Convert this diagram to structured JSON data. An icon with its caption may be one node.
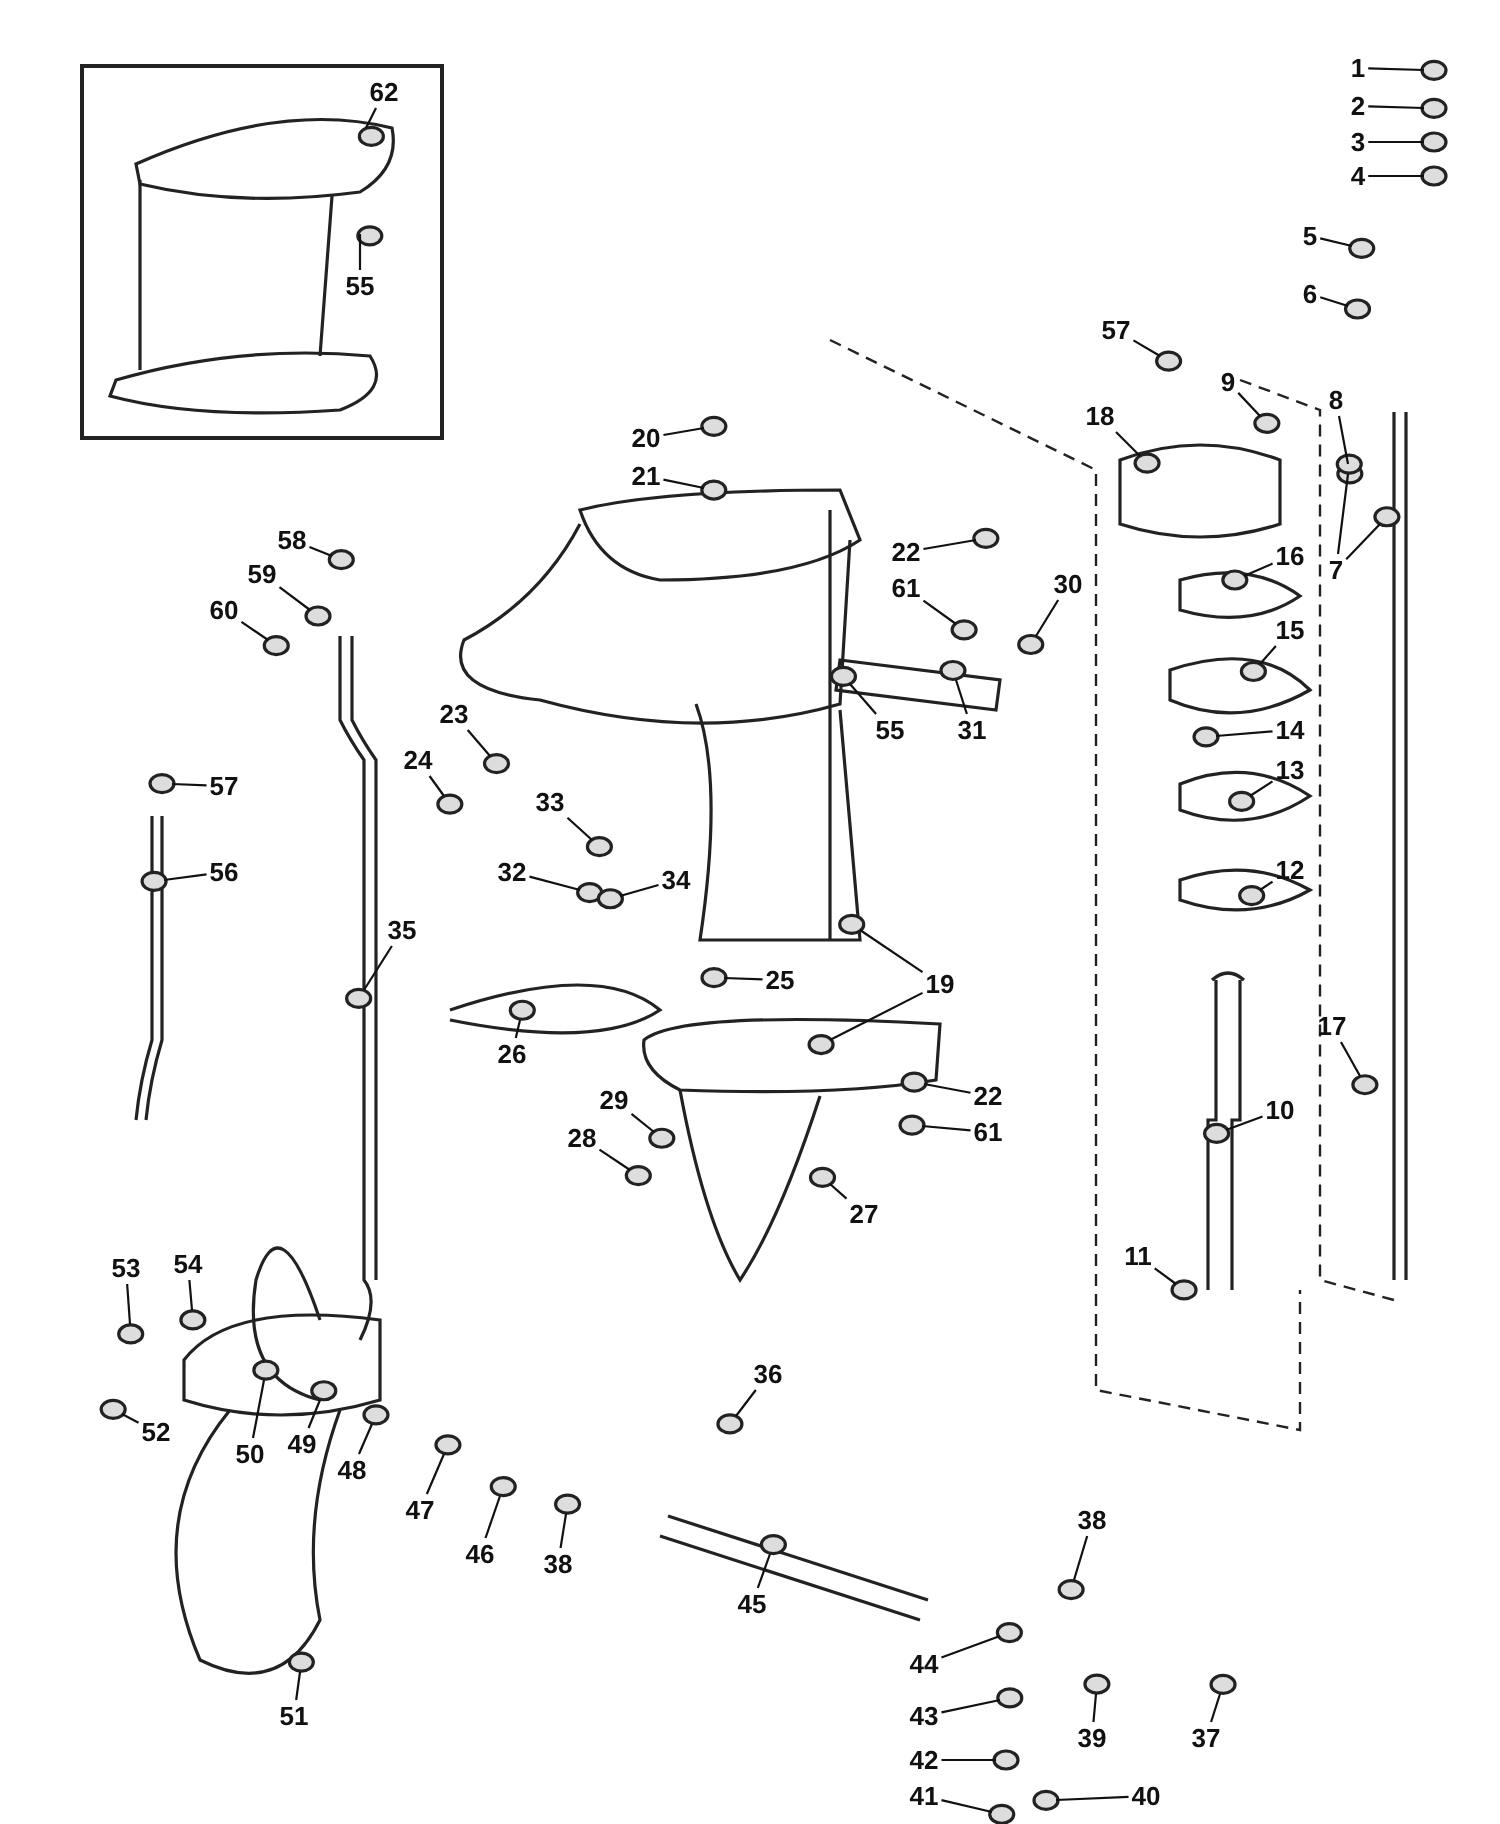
{
  "diagram": {
    "nodes": [
      {
        "text": [],
        "shape": "box"
      },
      {
        "text": [
          "62"
        ],
        "in": 0
      },
      {
        "text": [
          "55"
        ],
        "in": 0
      },
      {
        "text": [
          "1"
        ]
      },
      {
        "text": [
          "2"
        ]
      },
      {
        "text": [
          "3"
        ]
      },
      {
        "text": [
          "4"
        ]
      },
      {
        "text": [
          "5"
        ]
      },
      {
        "text": [
          "6"
        ]
      },
      {
        "text": [
          "57"
        ]
      },
      {
        "text": [
          "9"
        ]
      },
      {
        "text": [
          "18"
        ]
      },
      {
        "text": [
          "8"
        ]
      },
      {
        "text": [
          "20"
        ]
      },
      {
        "text": [
          "21"
        ]
      },
      {
        "text": [
          "58"
        ]
      },
      {
        "text": [
          "59"
        ]
      },
      {
        "text": [
          "60"
        ]
      },
      {
        "text": [
          "22"
        ]
      },
      {
        "text": [
          "61"
        ]
      },
      {
        "text": [
          "30"
        ]
      },
      {
        "text": [
          "7"
        ]
      },
      {
        "text": [
          "16"
        ]
      },
      {
        "text": [
          "15"
        ]
      },
      {
        "text": [
          "55"
        ]
      },
      {
        "text": [
          "31"
        ]
      },
      {
        "text": [
          "23"
        ]
      },
      {
        "text": [
          "14"
        ]
      },
      {
        "text": [
          "24"
        ]
      },
      {
        "text": [
          "13"
        ]
      },
      {
        "text": [
          "57"
        ]
      },
      {
        "text": [
          "33"
        ]
      },
      {
        "text": [
          "56"
        ]
      },
      {
        "text": [
          "32"
        ]
      },
      {
        "text": [
          "34"
        ]
      },
      {
        "text": [
          "12"
        ]
      },
      {
        "text": [
          "35"
        ]
      },
      {
        "text": [
          "25"
        ]
      },
      {
        "text": [
          "19"
        ]
      },
      {
        "text": [
          "17"
        ]
      },
      {
        "text": [
          "26"
        ]
      },
      {
        "text": [
          "22"
        ]
      },
      {
        "text": [
          "29"
        ]
      },
      {
        "text": [
          "10"
        ]
      },
      {
        "text": [
          "61"
        ]
      },
      {
        "text": [
          "28"
        ]
      },
      {
        "text": [
          "27"
        ]
      },
      {
        "text": [
          "11"
        ]
      },
      {
        "text": [
          "53"
        ]
      },
      {
        "text": [
          "54"
        ]
      },
      {
        "text": [
          "36"
        ]
      },
      {
        "text": [
          "52"
        ]
      },
      {
        "text": [
          "50"
        ]
      },
      {
        "text": [
          "49"
        ]
      },
      {
        "text": [
          "48"
        ]
      },
      {
        "text": [
          "47"
        ]
      },
      {
        "text": [
          "38"
        ]
      },
      {
        "text": [
          "46"
        ]
      },
      {
        "text": [
          "38"
        ]
      },
      {
        "text": [
          "45"
        ]
      },
      {
        "text": [
          "44"
        ]
      },
      {
        "text": [
          "51"
        ]
      },
      {
        "text": [
          "43"
        ]
      },
      {
        "text": [
          "39"
        ]
      },
      {
        "text": [
          "37"
        ]
      },
      {
        "text": [
          "42"
        ]
      },
      {
        "text": [
          "40"
        ]
      },
      {
        "text": [
          "41"
        ]
      }
    ],
    "edges": [
      {
        "from": 1,
        "to": null,
        "arrow": "none"
      },
      {
        "from": 2,
        "to": null,
        "arrow": "none"
      },
      {
        "from": 3,
        "to": null,
        "arrow": "none"
      },
      {
        "from": 4,
        "to": null,
        "arrow": "none"
      },
      {
        "from": 5,
        "to": null,
        "arrow": "none"
      },
      {
        "from": 6,
        "to": null,
        "arrow": "none"
      },
      {
        "from": 7,
        "to": null,
        "arrow": "none"
      },
      {
        "from": 8,
        "to": null,
        "arrow": "none"
      },
      {
        "from": 9,
        "to": null,
        "arrow": "none"
      },
      {
        "from": 10,
        "to": null,
        "arrow": "none"
      },
      {
        "from": 11,
        "to": null,
        "arrow": "none"
      },
      {
        "from": 12,
        "to": null,
        "arrow": "none"
      },
      {
        "from": 13,
        "to": null,
        "arrow": "none"
      },
      {
        "from": 14,
        "to": null,
        "arrow": "none"
      },
      {
        "from": 15,
        "to": null,
        "arrow": "none"
      },
      {
        "from": 16,
        "to": null,
        "arrow": "none"
      },
      {
        "from": 17,
        "to": null,
        "arrow": "none"
      },
      {
        "from": 18,
        "to": null,
        "arrow": "none"
      },
      {
        "from": 19,
        "to": null,
        "arrow": "none"
      },
      {
        "from": 20,
        "to": null,
        "arrow": "none"
      },
      {
        "from": 21,
        "to": null,
        "arrow": "none"
      },
      {
        "from": 21,
        "to": null,
        "arrow": "none"
      },
      {
        "from": 22,
        "to": null,
        "arrow": "none"
      },
      {
        "from": 23,
        "to": null,
        "arrow": "none"
      },
      {
        "from": 24,
        "to": null,
        "arrow": "none"
      },
      {
        "from": 25,
        "to": null,
        "arrow": "none"
      },
      {
        "from": 26,
        "to": null,
        "arrow": "none"
      },
      {
        "from": 27,
        "to": null,
        "arrow": "none"
      },
      {
        "from": 28,
        "to": null,
        "arrow": "none"
      },
      {
        "from": 29,
        "to": null,
        "arrow": "none"
      },
      {
        "from": 30,
        "to": null,
        "arrow": "none"
      },
      {
        "from": 31,
        "to": null,
        "arrow": "none"
      },
      {
        "from": 32,
        "to": null,
        "arrow": "none"
      },
      {
        "from": 33,
        "to": null,
        "arrow": "none"
      },
      {
        "from": 34,
        "to": null,
        "arrow": "none"
      },
      {
        "from": 35,
        "to": null,
        "arrow": "none"
      },
      {
        "from": 36,
        "to": null,
        "arrow": "none"
      },
      {
        "from": 37,
        "to": null,
        "arrow": "none"
      },
      {
        "from": 38,
        "to": null,
        "arrow": "none"
      },
      {
        "from": 38,
        "to": null,
        "arrow": "none"
      },
      {
        "from": 39,
        "to": null,
        "arrow": "none"
      },
      {
        "from": 40,
        "to": null,
        "arrow": "none"
      },
      {
        "from": 41,
        "to": null,
        "arrow": "none"
      },
      {
        "from": 42,
        "to": null,
        "arrow": "none"
      },
      {
        "from": 43,
        "to": null,
        "arrow": "none"
      },
      {
        "from": 44,
        "to": null,
        "arrow": "none"
      },
      {
        "from": 45,
        "to": null,
        "arrow": "none"
      },
      {
        "from": 46,
        "to": null,
        "arrow": "none"
      },
      {
        "from": 47,
        "to": null,
        "arrow": "none"
      },
      {
        "from": 48,
        "to": null,
        "arrow": "none"
      },
      {
        "from": 49,
        "to": null,
        "arrow": "none"
      },
      {
        "from": 50,
        "to": null,
        "arrow": "none"
      },
      {
        "from": 51,
        "to": null,
        "arrow": "none"
      },
      {
        "from": 52,
        "to": null,
        "arrow": "none"
      },
      {
        "from": 53,
        "to": null,
        "arrow": "none"
      },
      {
        "from": 54,
        "to": null,
        "arrow": "none"
      },
      {
        "from": 55,
        "to": null,
        "arrow": "none"
      },
      {
        "from": 56,
        "to": null,
        "arrow": "none"
      },
      {
        "from": 57,
        "to": null,
        "arrow": "none"
      },
      {
        "from": 58,
        "to": null,
        "arrow": "none"
      },
      {
        "from": 59,
        "to": null,
        "arrow": "none"
      },
      {
        "from": 60,
        "to": null,
        "arrow": "none"
      },
      {
        "from": 61,
        "to": null,
        "arrow": "none"
      },
      {
        "from": 62,
        "to": null,
        "arrow": "none"
      },
      {
        "from": 63,
        "to": null,
        "arrow": "none"
      },
      {
        "from": 64,
        "to": null,
        "arrow": "none"
      },
      {
        "from": 65,
        "to": null,
        "arrow": "none"
      },
      {
        "from": 66,
        "to": null,
        "arrow": "none"
      },
      {
        "from": 67,
        "to": null,
        "arrow": "none"
      }
    ]
  }
}
